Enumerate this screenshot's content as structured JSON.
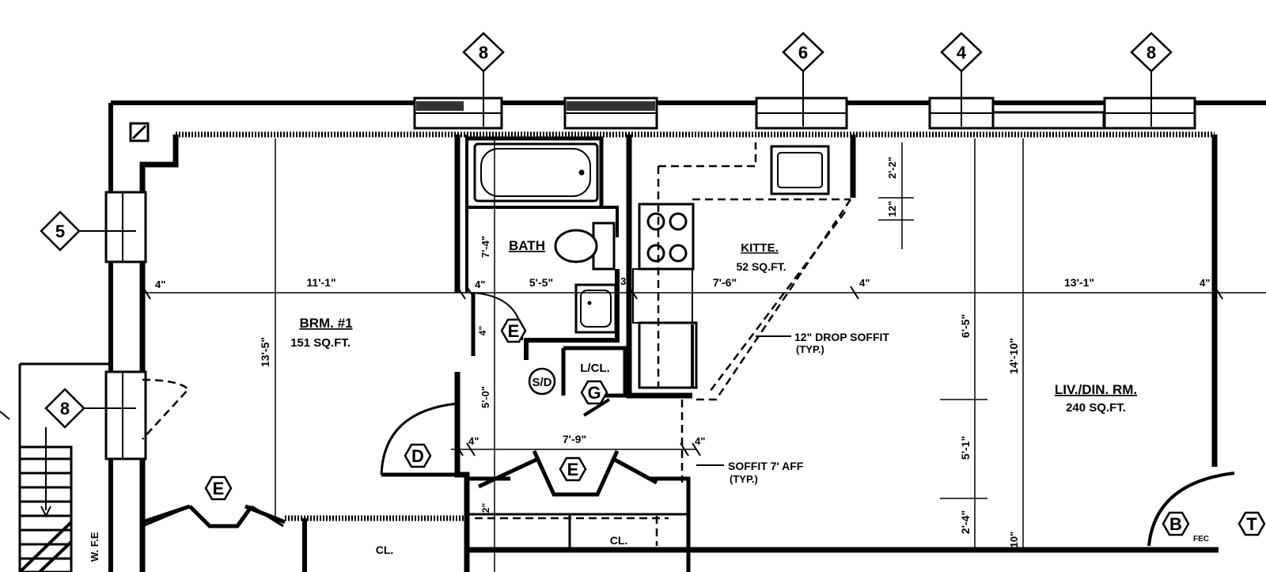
{
  "window_tags": [
    "8",
    "6",
    "4",
    "8",
    "5",
    "8"
  ],
  "door_tags": [
    "E",
    "E",
    "E",
    "D",
    "G",
    "B",
    "T"
  ],
  "rooms": {
    "bedroom": {
      "name": "BRM. #1",
      "area": "151 SQ.FT."
    },
    "bath": {
      "name": "BATH"
    },
    "kitchen": {
      "name": "KITTE.",
      "area": "52 SQ.FT."
    },
    "living": {
      "name": "LIV./DIN. RM.",
      "area": "240 SQ.FT."
    },
    "linen": {
      "name": "L/CL."
    },
    "closet1": {
      "name": "CL."
    },
    "closet2": {
      "name": "CL."
    }
  },
  "dims": {
    "d1": "4\"",
    "d2": "11'-1\"",
    "d3": "4\"",
    "d4": "5'-5\"",
    "d5": "3\"",
    "d6": "7'-6\"",
    "d7": "4\"",
    "d8": "13'-1\"",
    "d9": "4\"",
    "d10": "13'-5\"",
    "d11": "7'-4\"",
    "d12": "2'-2\"",
    "d13": "12\"",
    "d14": "6'-5\"",
    "d15": "14'-10\"",
    "d16": "5'-1\"",
    "d17": "2'-4\"",
    "d18": "10\"",
    "d19": "4\"",
    "d20": "7'-9\"",
    "d21": "4\"",
    "d22": "4\"",
    "d23": "5'-0\"",
    "d24": "2\""
  },
  "notes": {
    "drop_soffit": "12\" DROP SOFFIT",
    "drop_soffit_typ": "(TYP.)",
    "soffit": "SOFFIT 7' AFF",
    "soffit_typ": "(TYP.)",
    "smoke": "S/D",
    "fe": "FEC",
    "stair": "W. F.E"
  }
}
